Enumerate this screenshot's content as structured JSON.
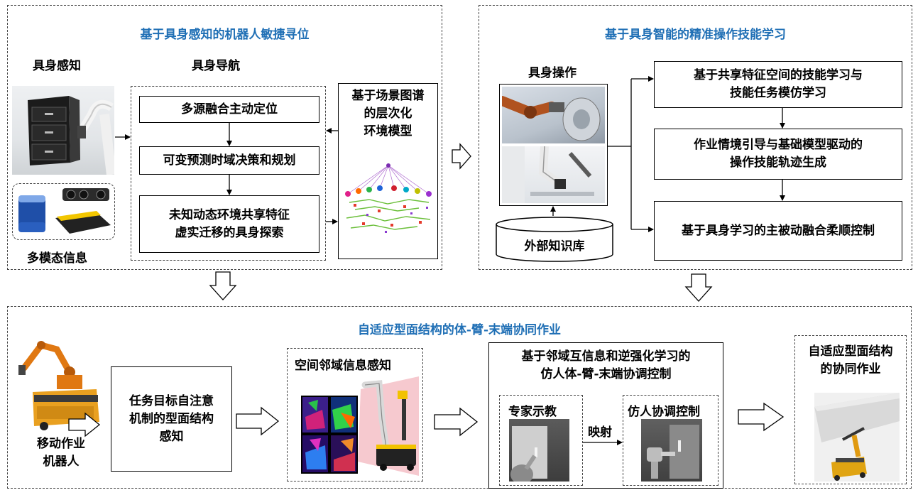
{
  "panel_top_left": {
    "title": "基于具身感知的机器人敏捷寻位",
    "perception_label": "具身感知",
    "navigation_label": "具身导航",
    "multimodal_label": "多模态信息",
    "nav_steps": [
      "多源融合主动定位",
      "可变预测时域决策和规划",
      "未知动态环境共享特征\n虚实迁移的具身探索"
    ],
    "scene_graph_label": "基于场景图谱\n的层次化\n环境模型"
  },
  "panel_top_right": {
    "title": "基于具身智能的精准操作技能学习",
    "operation_label": "具身操作",
    "knowledge_base": "外部知识库",
    "steps": [
      "基于共享特征空间的技能学习与\n技能任务模仿学习",
      "作业情境引导与基础模型驱动的\n操作技能轨迹生成",
      "基于具身学习的主被动融合柔顺控制"
    ]
  },
  "panel_bottom": {
    "title": "自适应型面结构的体-臂-末端协同作业",
    "robot_label": "移动作业\n机器人",
    "attention_box": "任务目标自注意\n机制的型面结构\n感知",
    "spatial_label": "空间邻域信息感知",
    "control_title": "基于邻域互信息和逆强化学习的\n仿人体-臂-末端协调控制",
    "expert_label": "专家示教",
    "mapping_label": "映射",
    "humanlike_label": "仿人协调控制",
    "final_label": "自适应型面结构\n的协同作业"
  },
  "colors": {
    "title_blue": "#1f6fb5",
    "border": "#444444"
  }
}
